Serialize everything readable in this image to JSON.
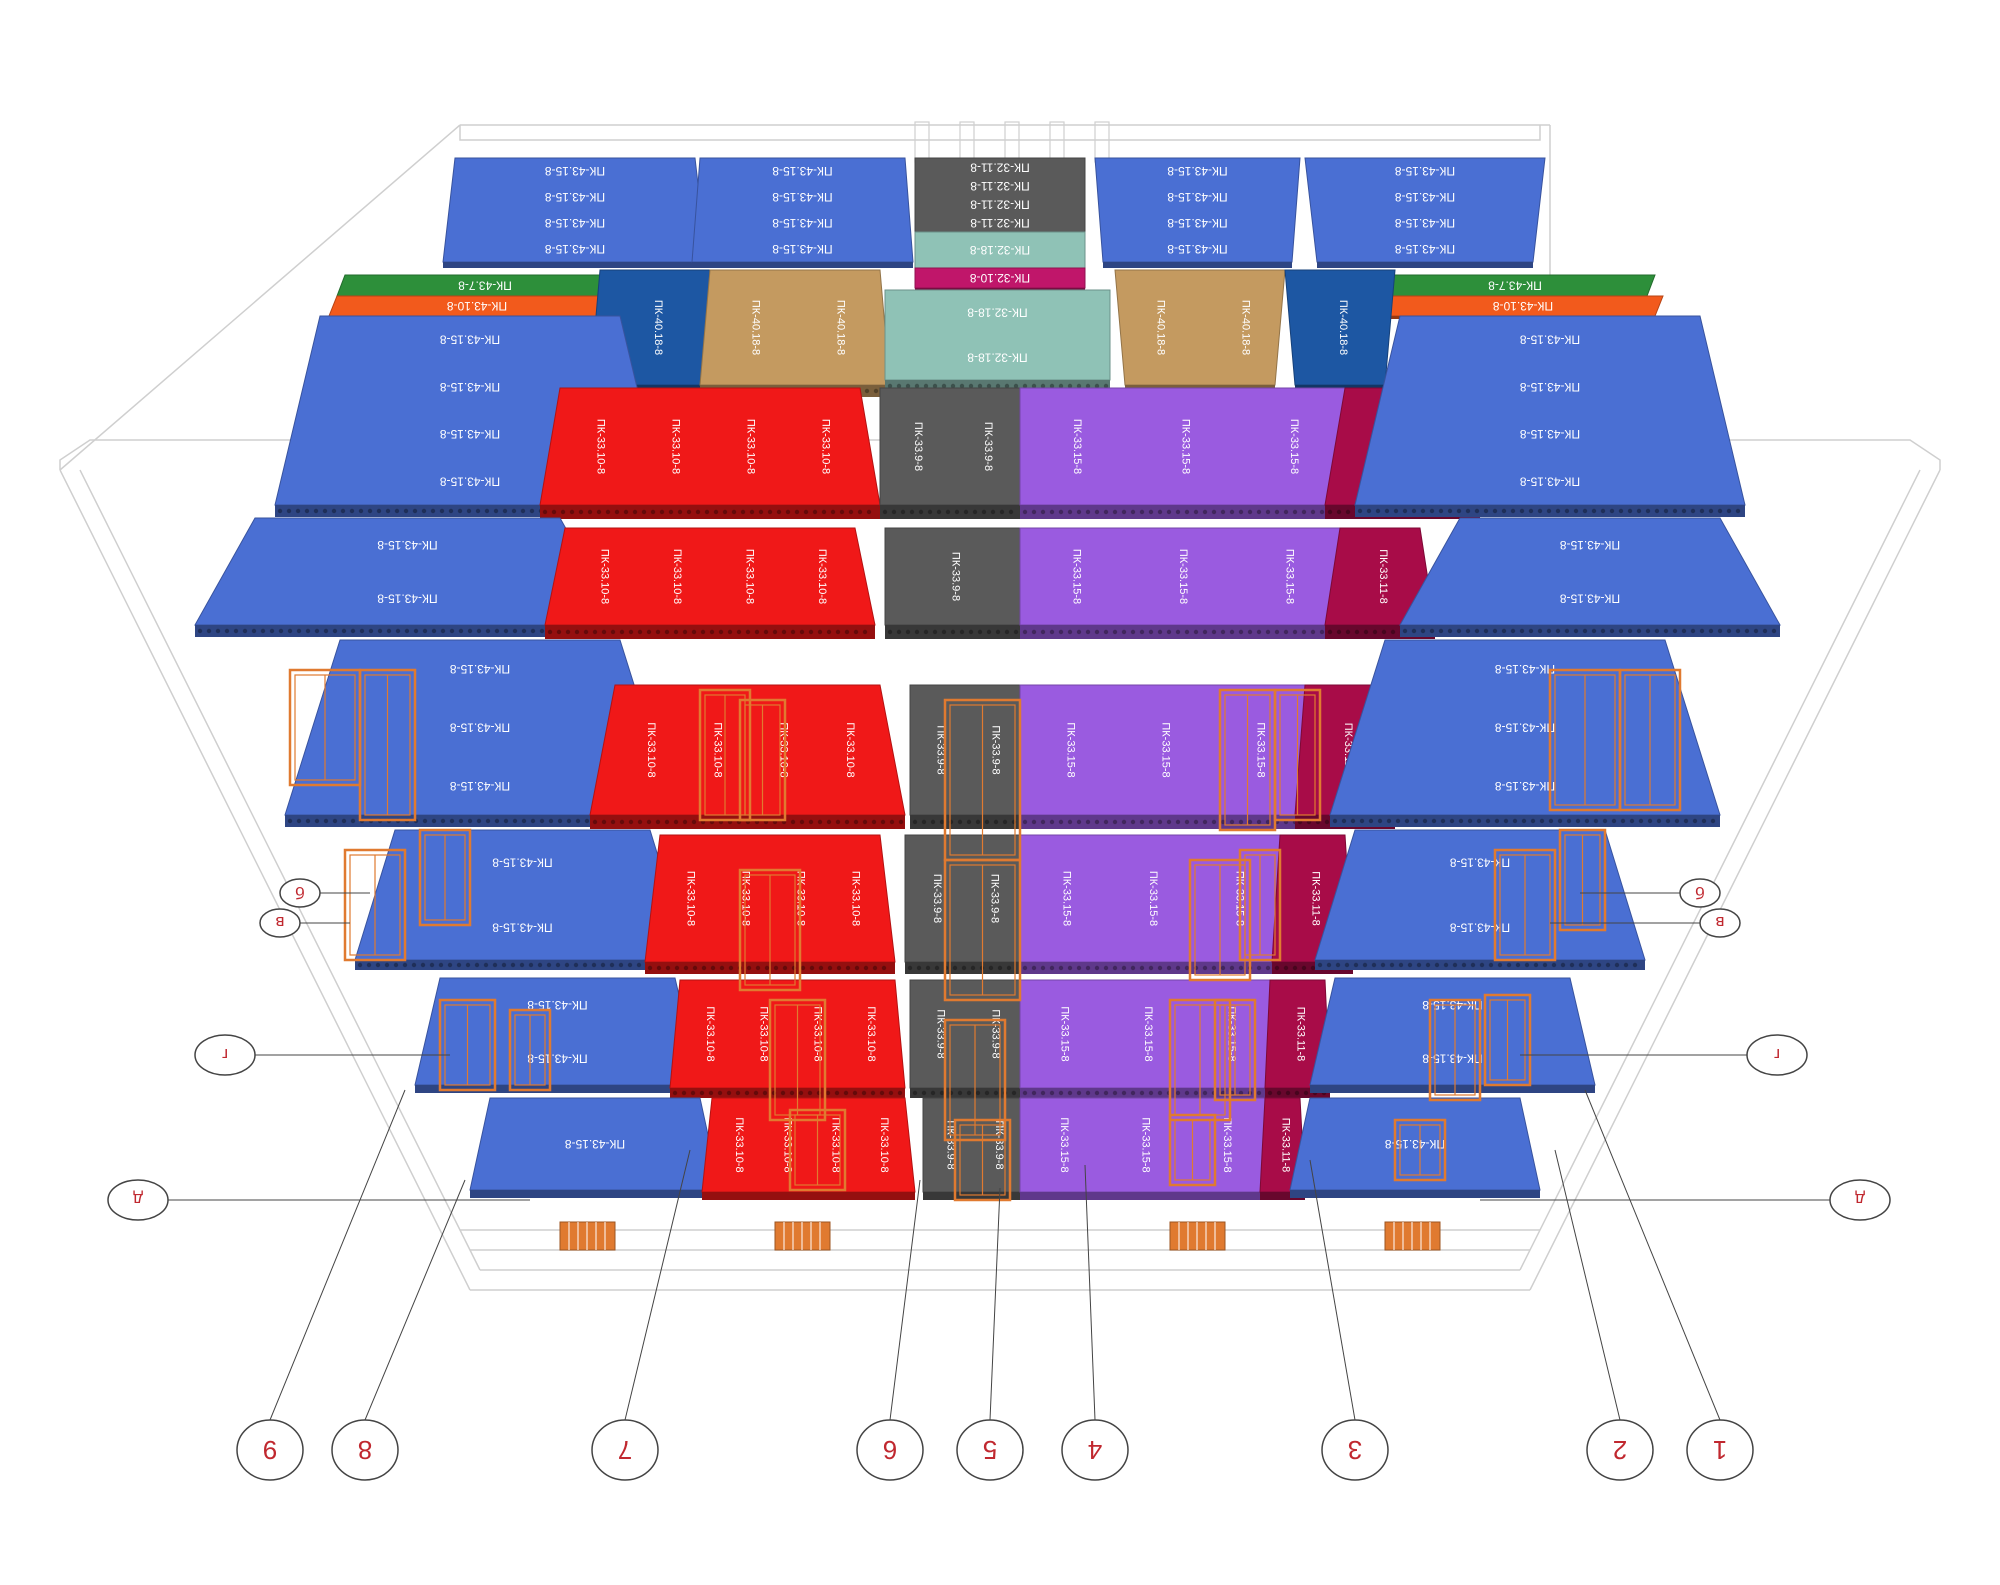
{
  "colors": {
    "blue": "#4a6fd3",
    "navy": "#1d57a3",
    "tan": "#c49a60",
    "red": "#f01818",
    "gray": "#5a5a5a",
    "purple": "#9a5be0",
    "maroon": "#a80c48",
    "teal": "#8fc2b6",
    "green": "#2d8f3a",
    "orange": "#f25a1c",
    "magenta": "#c0166a",
    "window": "#e07a30",
    "axisRed": "#c0282f"
  },
  "axes": {
    "bottom": [
      "9",
      "8",
      "7",
      "6",
      "5",
      "4",
      "3",
      "2",
      "1"
    ],
    "left": [
      "б",
      "в",
      "г",
      "д"
    ],
    "right": [
      "б",
      "в",
      "г",
      "д"
    ]
  },
  "labels": {
    "pk43_15": "ПК-43.15-8",
    "pk43_10": "ПК-43.10-8",
    "pk43_7": "ПК-43.7-8",
    "pk33_10": "ПК-33.10-8",
    "pk33_9": "ПК-33.9-8",
    "pk33_15": "ПК-33.15-8",
    "pk33_11": "ПК-33.11-8",
    "pk32_18": "ПК-32.18-8",
    "pk32_11": "ПК-32.11-8",
    "pk32_10": "ПК-32.10-8",
    "pk40_18": "ПК-40.18-8"
  }
}
